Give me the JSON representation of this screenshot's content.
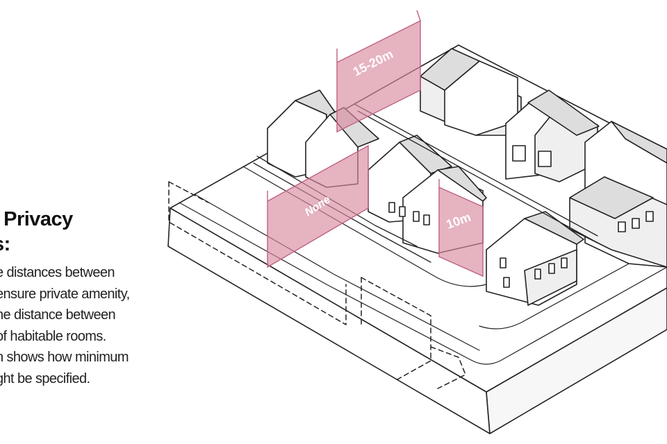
{
  "caption": {
    "title_lines": [
      ".  Privacy",
      "s:"
    ],
    "body_lines": [
      "e distances between",
      "ensure private amenity,",
      "he distance between",
      "of habitable rooms.",
      "n shows how minimum",
      "ght be specified."
    ]
  },
  "diagram": {
    "dimension_labels": {
      "rear_gardens": "15-20m",
      "front": "None",
      "side": "10m"
    },
    "colors": {
      "zone_fill": "#d98aa0",
      "zone_stroke": "#c06080",
      "outline": "#222222",
      "roof_shade": "#dddddd",
      "wall_shade": "#efefef"
    }
  }
}
